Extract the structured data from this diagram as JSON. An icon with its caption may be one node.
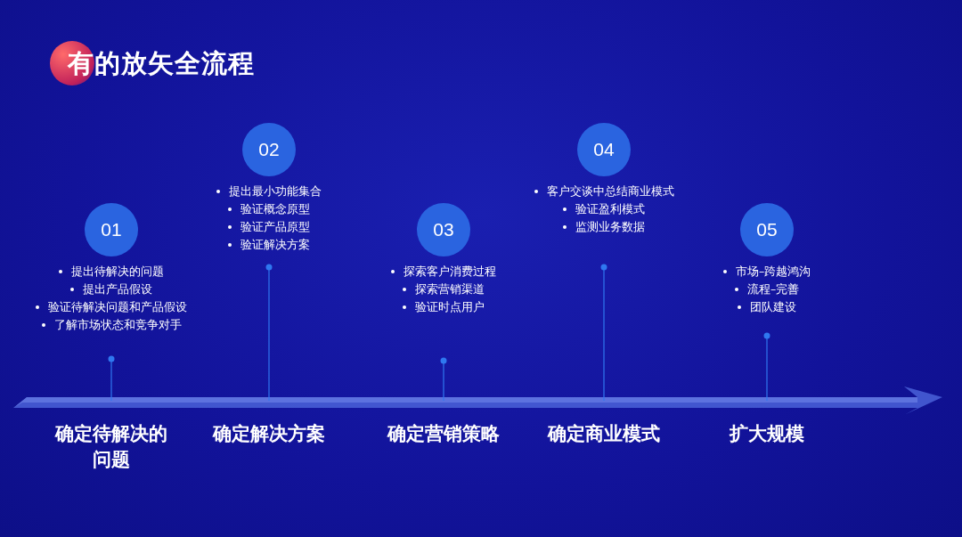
{
  "diagram": {
    "title": "有的放矢全流程",
    "nodes": [
      {
        "text": [
          "01"
        ],
        "beside": [
          "提出待解决的问题",
          "提出产品假设",
          "验证待解决问题和产品假设",
          "了解市场状态和竞争对手"
        ]
      },
      {
        "text": [
          "02"
        ],
        "beside": [
          "提出最小功能集合",
          "验证概念原型",
          "验证产品原型",
          "验证解决方案"
        ]
      },
      {
        "text": [
          "03"
        ],
        "beside": [
          "探索客户消费过程",
          "探索营销渠道",
          "验证时点用户"
        ]
      },
      {
        "text": [
          "04"
        ],
        "beside": [
          "客户交谈中总结商业模式",
          "验证盈利模式",
          "监测业务数据"
        ]
      },
      {
        "text": [
          "05"
        ],
        "beside": [
          "市场–跨越鸿沟",
          "流程–完善",
          "团队建设"
        ]
      }
    ],
    "edges": [],
    "labels": [
      "确定待解决的问题",
      "确定解决方案",
      "确定营销策略",
      "确定商业模式",
      "扩大规模"
    ]
  }
}
